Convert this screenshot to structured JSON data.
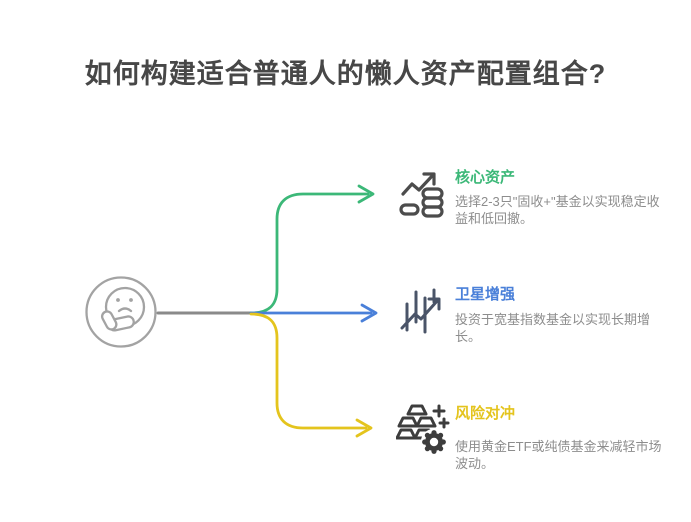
{
  "title": "如何构建适合普通人的懒人资产配置组合?",
  "colors": {
    "title": "#474747",
    "trunk": "#8a8a8a",
    "node_outline": "#a3a3a3",
    "description": "#8d8d8d",
    "icon_dark": "#4c4c4c",
    "icon_slate": "#4a5468",
    "icon_charcoal": "#3d3d3d",
    "green": "#3cb878",
    "blue": "#4a80d9",
    "yellow": "#e4c41d"
  },
  "center": {
    "icon": "thinking-face"
  },
  "branches": [
    {
      "label": "核心资产",
      "color": "#3cb878",
      "icon": "trend-coins",
      "description": "选择2-3只\"固收+\"基金以实现稳定收\n益和低回撤。"
    },
    {
      "label": "卫星增强",
      "color": "#4a80d9",
      "icon": "candlestick-growth",
      "description": "投资于宽基指数基金以实现长期增\n长。"
    },
    {
      "label": "风险对冲",
      "color": "#e4c41d",
      "icon": "gold-bars-coin",
      "description": "使用黄金ETF或纯债基金来减轻市场\n波动。"
    }
  ]
}
